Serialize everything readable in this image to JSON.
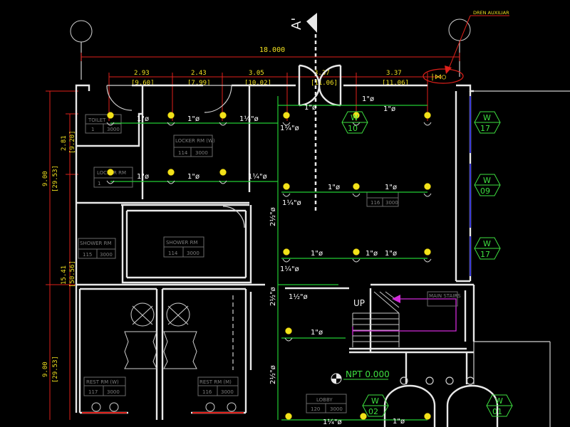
{
  "drawing": {
    "section_mark": "A'",
    "callout_label": "DREN AUXILIAR",
    "overall_dimension": "18.000",
    "top_dimensions": [
      {
        "value": "2.93",
        "alt": "[9.60]"
      },
      {
        "value": "2.43",
        "alt": "[7.99]"
      },
      {
        "value": "3.05",
        "alt": "[10.02]"
      },
      {
        "value": "3.37",
        "alt": "[11.06]"
      },
      {
        "value": "3.37",
        "alt": "[11.06]"
      }
    ],
    "left_dimensions": [
      {
        "value": "9.00",
        "alt": "[29.53]"
      },
      {
        "value": "2.81",
        "alt": "[9.20]"
      },
      {
        "value": "15.41",
        "alt": "[50.56]"
      },
      {
        "value": "9.00",
        "alt": "[29.53]"
      }
    ],
    "pipe_labels": {
      "d1": "1\"ø",
      "d114": "1¼\"ø",
      "d112": "1½\"ø",
      "d212": "2½\"ø"
    },
    "wall_tags": [
      {
        "letter": "W",
        "number": "10"
      },
      {
        "letter": "W",
        "number": "17"
      },
      {
        "letter": "W",
        "number": "09"
      },
      {
        "letter": "W",
        "number": "17"
      },
      {
        "letter": "W",
        "number": "02"
      },
      {
        "letter": "W",
        "number": "01"
      }
    ],
    "rooms": [
      {
        "name": "TOILET",
        "code": "1",
        "area": "3000"
      },
      {
        "name": "LOCKER RM (W)",
        "code": "114",
        "area": "3000"
      },
      {
        "name": "LOCKER RM",
        "code": "1",
        "area": ""
      },
      {
        "name": "SHOWER RM",
        "code": "115",
        "area": "3000"
      },
      {
        "name": "SHOWER RM",
        "code": "114",
        "area": "3000"
      },
      {
        "name": "REST RM (W)",
        "code": "117",
        "area": "3000"
      },
      {
        "name": "REST RM (M)",
        "code": "116",
        "area": "3000"
      },
      {
        "name": "LOBBY",
        "code": "120",
        "area": "3000"
      },
      {
        "name": "",
        "code": "116",
        "area": "3000"
      },
      {
        "name": "MAIN STAIRS",
        "code": "",
        "area": ""
      }
    ],
    "stair_label": "UP",
    "level_label": "NPT 0.000"
  }
}
